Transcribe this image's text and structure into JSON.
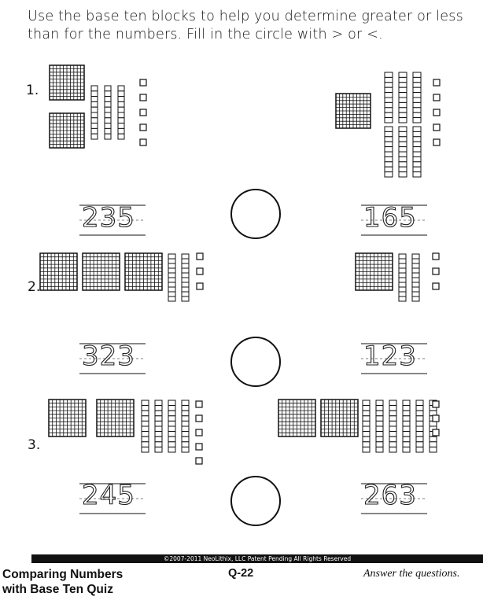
{
  "instructions": "Use the base ten blocks to help you determine greater or less than for the numbers.  Fill in the circle with > or <.",
  "problems": [
    {
      "label": "1.",
      "left": {
        "hundreds": 2,
        "tens": 3,
        "ones": 5,
        "number": "235"
      },
      "right": {
        "hundreds": 1,
        "tens": 6,
        "ones": 5,
        "number": "165"
      }
    },
    {
      "label": "2.",
      "left": {
        "hundreds": 3,
        "tens": 2,
        "ones": 3,
        "number": "323"
      },
      "right": {
        "hundreds": 1,
        "tens": 2,
        "ones": 3,
        "number": "123"
      }
    },
    {
      "label": "3.",
      "left": {
        "hundreds": 2,
        "tens": 4,
        "ones": 5,
        "number": "245"
      },
      "right": {
        "hundreds": 2,
        "tens": 6,
        "ones": 3,
        "number": "263"
      }
    }
  ],
  "footer": {
    "copyright": "©2007-2011 NeoLithix, LLC  Patent Pending  All Rights Reserved",
    "title_line1": "Comparing Numbers",
    "title_line2": "with Base Ten Quiz",
    "code": "Q-22",
    "instruction": "Answer the questions."
  }
}
